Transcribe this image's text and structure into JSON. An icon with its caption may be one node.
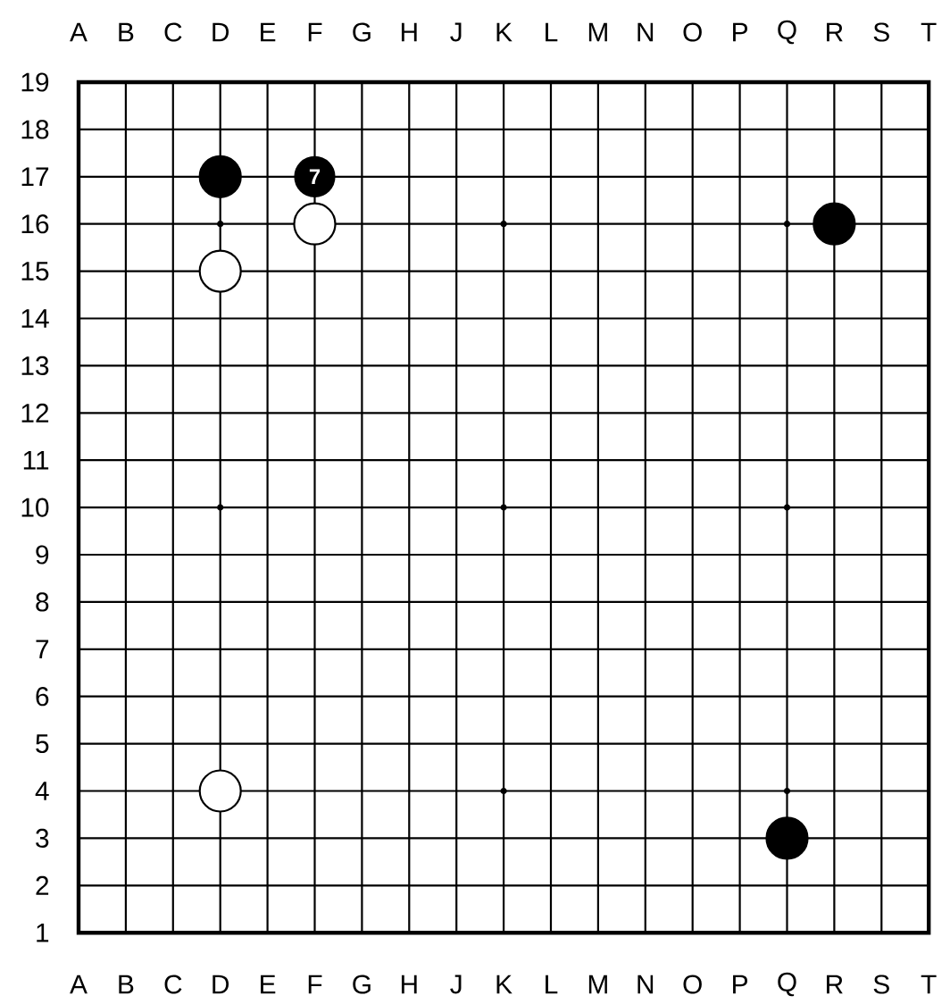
{
  "diagram": {
    "nodes": [
      {
        "text": [],
        "shape": "circle"
      },
      {
        "text": [
          "7"
        ]
      },
      {
        "text": [],
        "shape": "circle"
      },
      {
        "text": [],
        "shape": "circle"
      },
      {
        "text": [],
        "shape": "circle"
      },
      {
        "text": [],
        "shape": "circle"
      },
      {
        "text": [],
        "shape": "circle"
      }
    ],
    "labels": [
      "A",
      "B",
      "C",
      "D",
      "E",
      "F",
      "G",
      "H",
      "J",
      "K",
      "L",
      "M",
      "N",
      "O",
      "P",
      "Q",
      "R",
      "S",
      "T",
      "19",
      "18",
      "17",
      "16",
      "15",
      "14",
      "13",
      "12",
      "11",
      "10",
      "9",
      "8",
      "7",
      "6",
      "5",
      "4",
      "3",
      "2",
      "1",
      "A",
      "B",
      "C",
      "D",
      "E",
      "F",
      "G",
      "H",
      "J",
      "K",
      "L",
      "M",
      "N",
      "O",
      "P",
      "Q",
      "R",
      "S",
      "T"
    ]
  }
}
